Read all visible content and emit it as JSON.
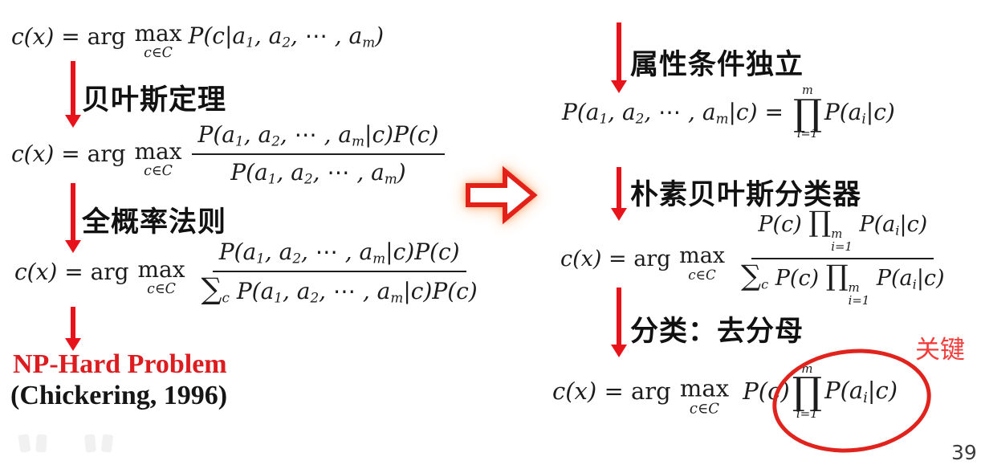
{
  "colors": {
    "arrow_red": "#e8121a",
    "np_red": "#dd1c20",
    "key_red": "#f23d3a",
    "ellipse_red": "#e0231d",
    "text_dark": "#1c1c1c"
  },
  "shared": {
    "max": "max",
    "under": [
      {
        "t": "c"
      },
      {
        "t": "∈",
        "k": "up"
      },
      {
        "t": "C"
      }
    ],
    "prod": {
      "top": "m",
      "op": "∏",
      "bot": "i=1"
    }
  },
  "left": {
    "f1": {
      "lhs": [
        {
          "t": "c(x)"
        },
        {
          "t": " = arg ",
          "k": "up"
        }
      ],
      "rhs": [
        {
          "t": "P(c|a"
        },
        {
          "t": "1",
          "k": "sub"
        },
        {
          "t": ", a"
        },
        {
          "t": "2",
          "k": "sub"
        },
        {
          "t": ", "
        },
        {
          "t": "⋯",
          "k": "up"
        },
        {
          "t": " , a"
        },
        {
          "t": "m",
          "k": "sub"
        },
        {
          "t": ")"
        }
      ]
    },
    "label1": "贝叶斯定理",
    "f2": {
      "lhs": [
        {
          "t": "c(x)"
        },
        {
          "t": " = arg ",
          "k": "up"
        }
      ],
      "num": [
        {
          "t": "P(a"
        },
        {
          "t": "1",
          "k": "sub"
        },
        {
          "t": ", a"
        },
        {
          "t": "2",
          "k": "sub"
        },
        {
          "t": ", "
        },
        {
          "t": "⋯",
          "k": "up"
        },
        {
          "t": " , a"
        },
        {
          "t": "m",
          "k": "sub"
        },
        {
          "t": "|c)P(c)"
        }
      ],
      "den": [
        {
          "t": "P(a"
        },
        {
          "t": "1",
          "k": "sub"
        },
        {
          "t": ", a"
        },
        {
          "t": "2",
          "k": "sub"
        },
        {
          "t": ", "
        },
        {
          "t": "⋯",
          "k": "up"
        },
        {
          "t": " , a"
        },
        {
          "t": "m",
          "k": "sub"
        },
        {
          "t": ")"
        }
      ]
    },
    "label2": "全概率法则",
    "f3": {
      "lhs": [
        {
          "t": "c(x)"
        },
        {
          "t": " = arg ",
          "k": "up"
        }
      ],
      "num": [
        {
          "t": "P(a"
        },
        {
          "t": "1",
          "k": "sub"
        },
        {
          "t": ", a"
        },
        {
          "t": "2",
          "k": "sub"
        },
        {
          "t": ", "
        },
        {
          "t": "⋯",
          "k": "up"
        },
        {
          "t": " , a"
        },
        {
          "t": "m",
          "k": "sub"
        },
        {
          "t": "|c)P(c)"
        }
      ],
      "den": [
        {
          "t": "∑",
          "k": "op"
        },
        {
          "t": "c",
          "k": "sub"
        },
        {
          "t": " P(a"
        },
        {
          "t": "1",
          "k": "sub"
        },
        {
          "t": ", a"
        },
        {
          "t": "2",
          "k": "sub"
        },
        {
          "t": ", "
        },
        {
          "t": "⋯",
          "k": "up"
        },
        {
          "t": " , a"
        },
        {
          "t": "m",
          "k": "sub"
        },
        {
          "t": "|c)P(c)"
        }
      ]
    },
    "np_line1": "NP-Hard Problem",
    "np_line2": "(Chickering, 1996)"
  },
  "right": {
    "label1": "属性条件独立",
    "f1": {
      "lhs": [
        {
          "t": "P(a"
        },
        {
          "t": "1",
          "k": "sub"
        },
        {
          "t": ", a"
        },
        {
          "t": "2",
          "k": "sub"
        },
        {
          "t": ", "
        },
        {
          "t": "⋯",
          "k": "up"
        },
        {
          "t": " , a"
        },
        {
          "t": "m",
          "k": "sub"
        },
        {
          "t": "|c) "
        },
        {
          "t": "= ",
          "k": "up"
        }
      ],
      "rhs": [
        {
          "t": "P(a"
        },
        {
          "t": "i",
          "k": "sub"
        },
        {
          "t": "|c)"
        }
      ]
    },
    "label2": "朴素贝叶斯分类器",
    "f2": {
      "lhs": [
        {
          "t": "c(x)"
        },
        {
          "t": " = arg ",
          "k": "up"
        }
      ],
      "num": [
        {
          "t": "P(c) "
        },
        {
          "t": "∏",
          "k": "op"
        },
        {
          "k": "ss",
          "a": "m",
          "b": "i=1"
        },
        {
          "t": " P(a"
        },
        {
          "t": "i",
          "k": "sub"
        },
        {
          "t": "|c)"
        }
      ],
      "den": [
        {
          "t": "∑",
          "k": "op"
        },
        {
          "t": "c",
          "k": "sub"
        },
        {
          "t": " P(c) "
        },
        {
          "t": "∏",
          "k": "op"
        },
        {
          "k": "ss",
          "a": "m",
          "b": "i=1"
        },
        {
          "t": " P(a"
        },
        {
          "t": "i",
          "k": "sub"
        },
        {
          "t": "|c)"
        }
      ]
    },
    "label3": "分类：去分母",
    "key_label": "关键",
    "f3": {
      "lhs": [
        {
          "t": "c(x)"
        },
        {
          "t": " = arg ",
          "k": "up"
        }
      ],
      "mid": [
        {
          "t": " P(c)"
        }
      ],
      "rhs": [
        {
          "t": "P(a"
        },
        {
          "t": "i",
          "k": "sub"
        },
        {
          "t": "|c)"
        }
      ]
    }
  },
  "page": {
    "number": "39"
  }
}
